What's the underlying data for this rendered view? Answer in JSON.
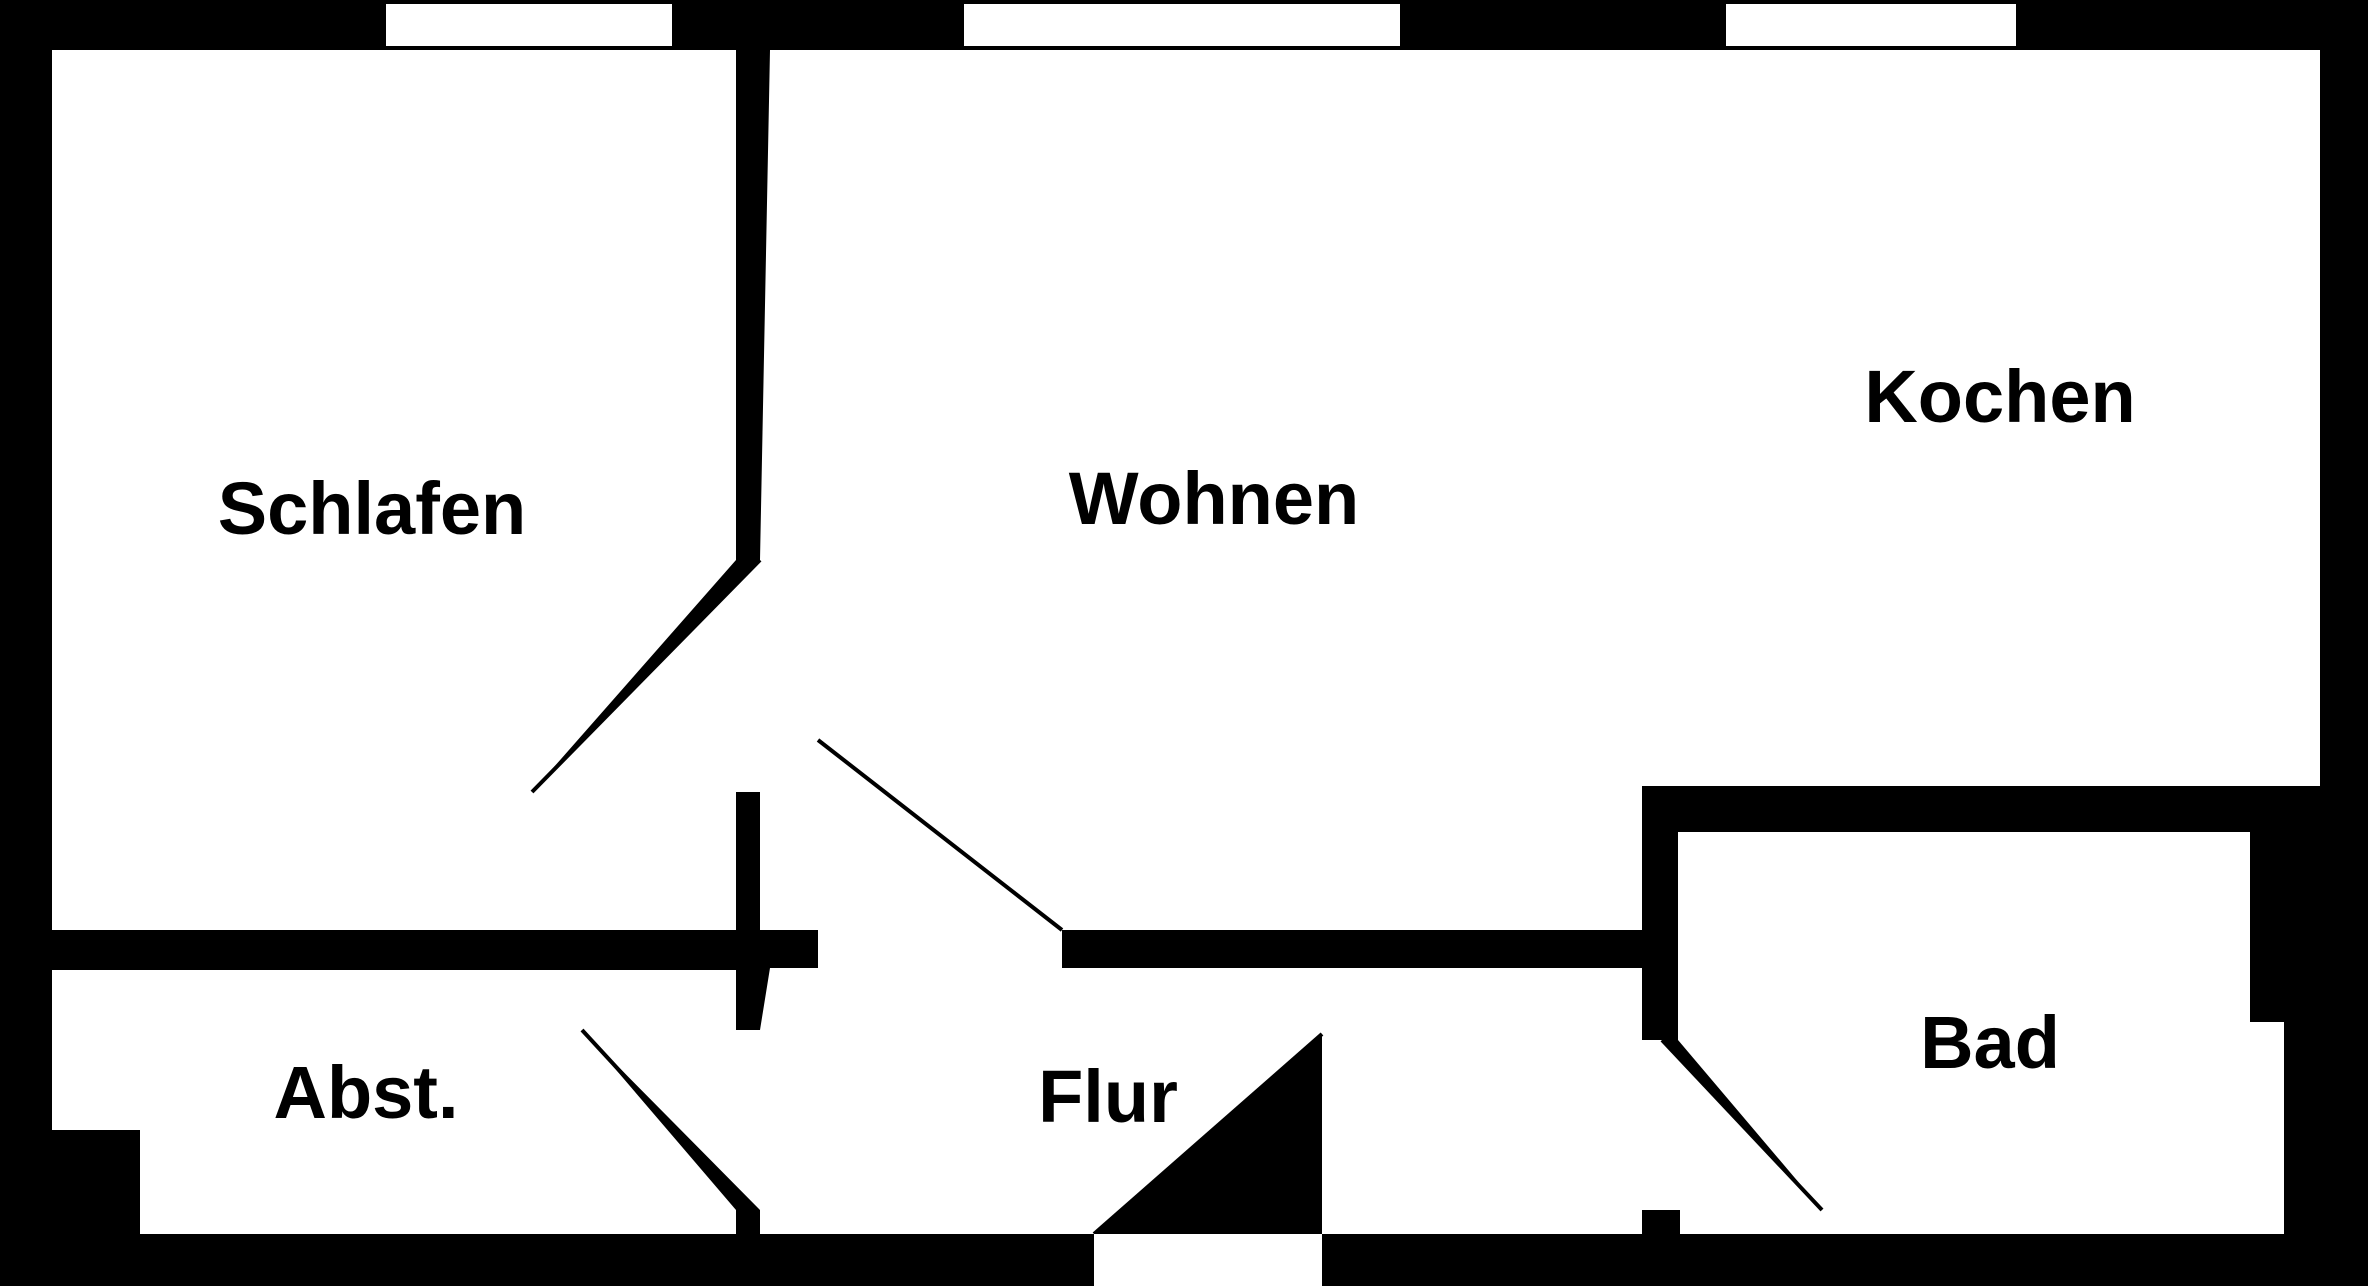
{
  "plan": {
    "colors": {
      "wall": "#000000",
      "floor": "#ffffff"
    },
    "rooms": {
      "schlafen": "Schlafen",
      "wohnen": "Wohnen",
      "kochen": "Kochen",
      "abstellraum": "Abst.",
      "flur": "Flur",
      "bad": "Bad"
    }
  }
}
